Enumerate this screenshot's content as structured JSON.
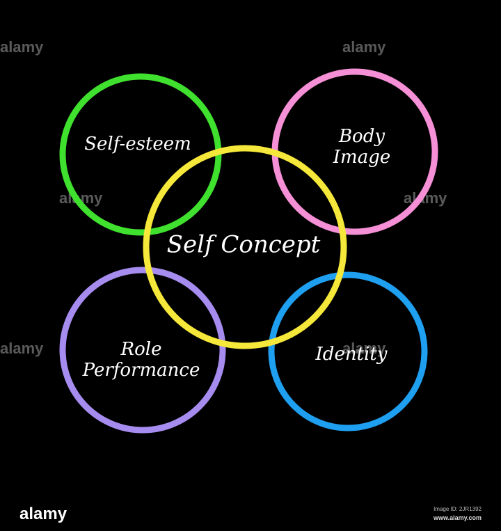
{
  "diagram": {
    "center": {
      "label": "Self Concept",
      "color": "#f5e83a"
    },
    "nodes": [
      {
        "label": "Self-esteem",
        "color": "#3fe02e"
      },
      {
        "label": "Body\nImage",
        "color": "#f58fd6"
      },
      {
        "label": "Role\nPerformance",
        "color": "#a78cf0"
      },
      {
        "label": "Identity",
        "color": "#1f9ff0"
      }
    ]
  },
  "watermark": "alamy",
  "footer": {
    "logo": "alamy",
    "image_id": "Image ID: 2JR1392",
    "site": "www.alamy.com"
  }
}
